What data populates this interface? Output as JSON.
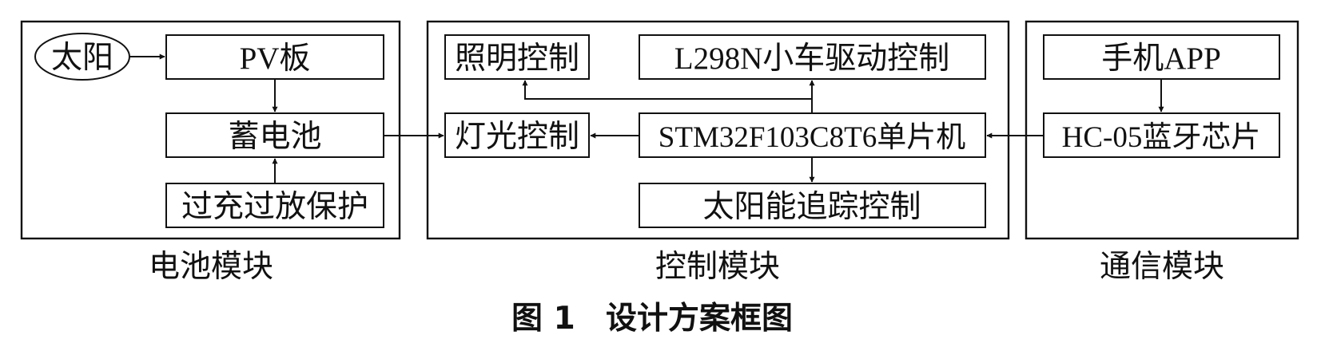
{
  "battery_module": {
    "label": "电池模块",
    "sun": "太阳",
    "pv_panel": "PV板",
    "battery": "蓄电池",
    "protection": "过充过放保护"
  },
  "control_module": {
    "label": "控制模块",
    "lighting_control": "照明控制",
    "car_drive_control": "L298N小车驱动控制",
    "light_control": "灯光控制",
    "mcu": "STM32F103C8T6单片机",
    "solar_tracking": "太阳能追踪控制"
  },
  "comm_module": {
    "label": "通信模块",
    "phone_app": "手机APP",
    "bluetooth_chip": "HC-05蓝牙芯片"
  },
  "caption": {
    "number": "图 1",
    "title": "设计方案框图"
  }
}
